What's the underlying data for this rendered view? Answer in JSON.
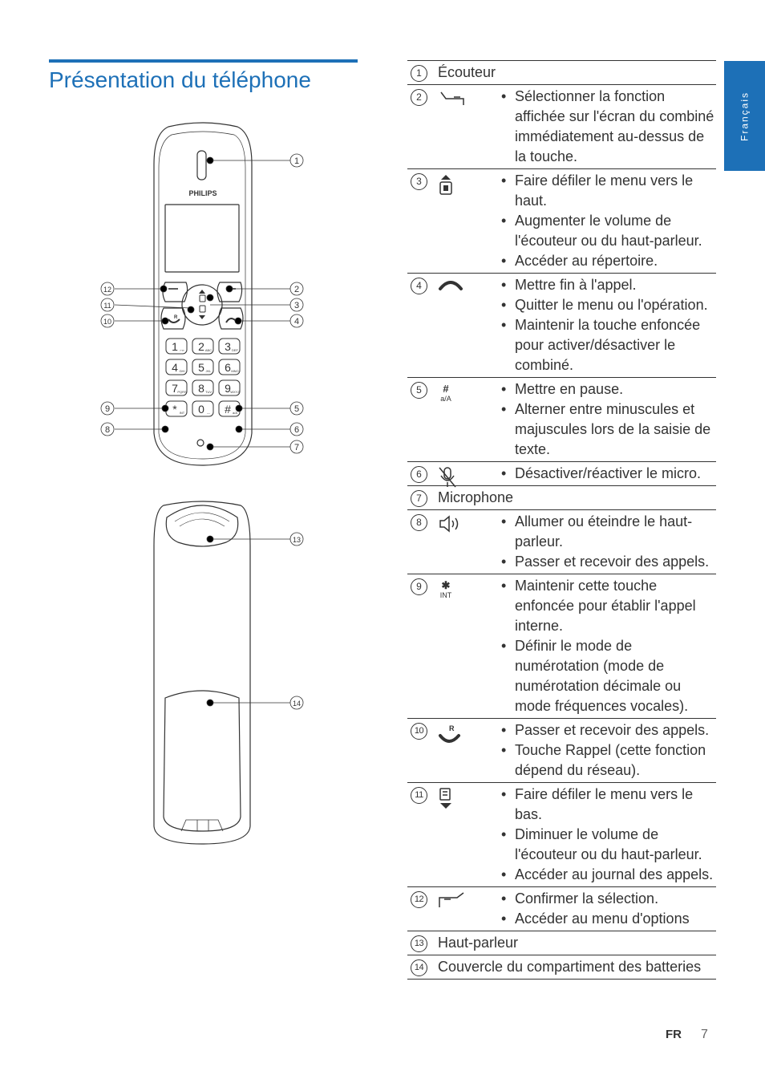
{
  "page": {
    "title": "Présentation du téléphone",
    "side_tab": "Français",
    "footer_lang": "FR",
    "page_number": "7"
  },
  "callouts": {
    "n1": "1",
    "n2": "2",
    "n3": "3",
    "n4": "4",
    "n5": "5",
    "n6": "6",
    "n7": "7",
    "n8": "8",
    "n9": "9",
    "n10": "10",
    "n11": "11",
    "n12": "12",
    "n13": "13",
    "n14": "14"
  },
  "handset": {
    "brand": "PHILIPS",
    "keys": [
      {
        "digit": "1",
        "sub": "⌐∞"
      },
      {
        "digit": "2",
        "sub": "ABC"
      },
      {
        "digit": "3",
        "sub": "DEF"
      },
      {
        "digit": "4",
        "sub": "GHI"
      },
      {
        "digit": "5",
        "sub": "JKL"
      },
      {
        "digit": "6",
        "sub": "MNO"
      },
      {
        "digit": "7",
        "sub": "PQRS"
      },
      {
        "digit": "8",
        "sub": "TUV"
      },
      {
        "digit": "9",
        "sub": "WXYZ"
      },
      {
        "digit": "*",
        "sub": "INT"
      },
      {
        "digit": "0",
        "sub": "—"
      },
      {
        "digit": "#",
        "sub": "a/A"
      }
    ]
  },
  "rows": [
    {
      "num": "1",
      "icon": "none",
      "label": "Écouteur",
      "bullets": []
    },
    {
      "num": "2",
      "icon": "right-softkey-icon",
      "label": "",
      "bullets": [
        "Sélectionner la fonction affichée sur l'écran du combiné immédiatement au-dessus de la touche."
      ]
    },
    {
      "num": "3",
      "icon": "scroll-up-phonebook-icon",
      "label": "",
      "bullets": [
        "Faire défiler le menu vers le haut.",
        "Augmenter le volume de l'écouteur ou du haut-parleur.",
        "Accéder au répertoire."
      ]
    },
    {
      "num": "4",
      "icon": "end-call-icon",
      "label": "",
      "bullets": [
        "Mettre fin à l'appel.",
        "Quitter le menu ou l'opération.",
        "Maintenir la touche enfoncée pour activer/désactiver le combiné."
      ]
    },
    {
      "num": "5",
      "icon": "hash-aA-icon",
      "icon_text_top": "#",
      "icon_text_bottom": "a/A",
      "label": "",
      "bullets": [
        "Mettre en pause.",
        "Alterner entre minuscules et majuscules lors de la saisie de texte."
      ]
    },
    {
      "num": "6",
      "icon": "mute-microphone-icon",
      "label": "",
      "bullets": [
        "Désactiver/réactiver le micro."
      ]
    },
    {
      "num": "7",
      "icon": "none",
      "label": "Microphone",
      "bullets": []
    },
    {
      "num": "8",
      "icon": "speaker-icon",
      "label": "",
      "bullets": [
        "Allumer ou éteindre le haut-parleur.",
        "Passer et recevoir des appels."
      ]
    },
    {
      "num": "9",
      "icon": "star-int-icon",
      "icon_text_top": "✱",
      "icon_text_bottom": "INT",
      "label": "",
      "bullets": [
        "Maintenir cette touche enfoncée pour établir l'appel interne.",
        "Définir le mode de numérotation (mode de numérotation décimale ou mode fréquences vocales)."
      ]
    },
    {
      "num": "10",
      "icon": "talk-recall-icon",
      "label": "",
      "bullets": [
        "Passer et recevoir des appels.",
        "Touche Rappel (cette fonction dépend du réseau)."
      ]
    },
    {
      "num": "11",
      "icon": "scroll-down-calllog-icon",
      "label": "",
      "bullets": [
        "Faire défiler le menu vers le bas.",
        "Diminuer le volume de l'écouteur ou du haut-parleur.",
        "Accéder au journal des appels."
      ]
    },
    {
      "num": "12",
      "icon": "left-softkey-icon",
      "label": "",
      "bullets": [
        "Confirmer la sélection.",
        "Accéder au menu d'options"
      ]
    },
    {
      "num": "13",
      "icon": "none",
      "label": "Haut-parleur",
      "bullets": []
    },
    {
      "num": "14",
      "icon": "none",
      "label": "Couvercle du compartiment des batteries",
      "bullets": []
    }
  ]
}
